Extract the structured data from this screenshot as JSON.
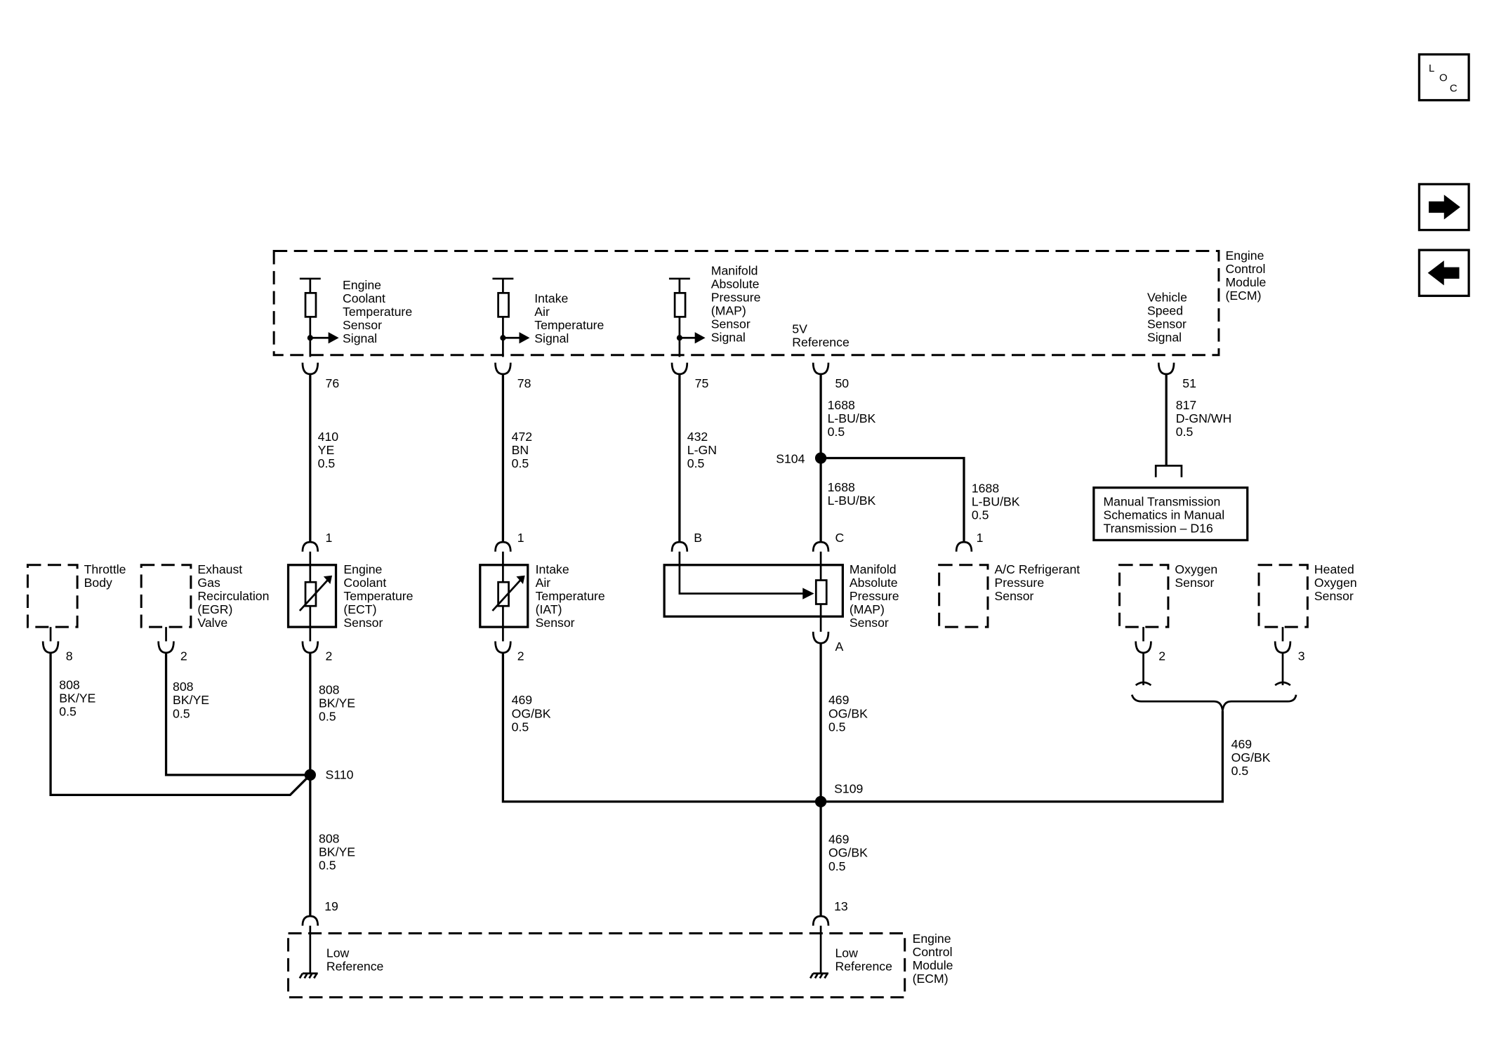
{
  "nav": {
    "loc_label": [
      "L",
      "O",
      "C"
    ],
    "next_icon": "arrow-right-icon",
    "prev_icon": "arrow-left-icon"
  },
  "ecm_top": {
    "name": [
      "Engine",
      "Control",
      "Module",
      "(ECM)"
    ],
    "ect_signal": [
      "Engine",
      "Coolant",
      "Temperature",
      "Sensor",
      "Signal"
    ],
    "iat_signal": [
      "Intake",
      "Air",
      "Temperature",
      "Signal"
    ],
    "map_signal": [
      "Manifold",
      "Absolute",
      "Pressure",
      "(MAP)",
      "Sensor",
      "Signal"
    ],
    "ref_5v": [
      "5V",
      "Reference"
    ],
    "vss_signal": [
      "Vehicle",
      "Speed",
      "Sensor",
      "Signal"
    ]
  },
  "pins": {
    "ecm_76": "76",
    "ecm_78": "78",
    "ecm_75": "75",
    "ecm_50": "50",
    "ecm_51": "51",
    "ect_1": "1",
    "ect_2": "2",
    "iat_1": "1",
    "iat_2": "2",
    "map_b": "B",
    "map_c": "C",
    "map_a": "A",
    "ac_1": "1",
    "tb_8": "8",
    "egr_2": "2",
    "o2_2": "2",
    "ho2_3": "3",
    "ecm_19": "19",
    "ecm_13": "13"
  },
  "wires": {
    "w410": [
      "410",
      "YE",
      "0.5"
    ],
    "w472": [
      "472",
      "BN",
      "0.5"
    ],
    "w432": [
      "432",
      "L-GN",
      "0.5"
    ],
    "w1688_top": [
      "1688",
      "L-BU/BK",
      "0.5"
    ],
    "w1688_mid": [
      "1688",
      "L-BU/BK"
    ],
    "w1688_ac": [
      "1688",
      "L-BU/BK",
      "0.5"
    ],
    "w817": [
      "817",
      "D-GN/WH",
      "0.5"
    ],
    "w808_tb": [
      "808",
      "BK/YE",
      "0.5"
    ],
    "w808_egr": [
      "808",
      "BK/YE",
      "0.5"
    ],
    "w808_ect": [
      "808",
      "BK/YE",
      "0.5"
    ],
    "w469_iat": [
      "469",
      "OG/BK",
      "0.5"
    ],
    "w469_map": [
      "469",
      "OG/BK",
      "0.5"
    ],
    "w469_o2": [
      "469",
      "OG/BK",
      "0.5"
    ],
    "w808_bot": [
      "808",
      "BK/YE",
      "0.5"
    ],
    "w469_bot": [
      "469",
      "OG/BK",
      "0.5"
    ]
  },
  "splices": {
    "s104": "S104",
    "s110": "S110",
    "s109": "S109"
  },
  "components": {
    "manual_trans": [
      "Manual Transmission",
      "Schematics in Manual",
      "Transmission – D16"
    ],
    "throttle": [
      "Throttle",
      "Body"
    ],
    "egr": [
      "Exhaust",
      "Gas",
      "Recirculation",
      "(EGR)",
      "Valve"
    ],
    "ect": [
      "Engine",
      "Coolant",
      "Temperature",
      "(ECT)",
      "Sensor"
    ],
    "iat": [
      "Intake",
      "Air",
      "Temperature",
      "(IAT)",
      "Sensor"
    ],
    "map": [
      "Manifold",
      "Absolute",
      "Pressure",
      "(MAP)",
      "Sensor"
    ],
    "ac": [
      "A/C Refrigerant",
      "Pressure",
      "Sensor"
    ],
    "o2": [
      "Oxygen",
      "Sensor"
    ],
    "ho2": [
      "Heated",
      "Oxygen",
      "Sensor"
    ]
  },
  "ecm_bottom": {
    "name": [
      "Engine",
      "Control",
      "Module",
      "(ECM)"
    ],
    "low_ref_left": [
      "Low",
      "Reference"
    ],
    "low_ref_right": [
      "Low",
      "Reference"
    ]
  }
}
